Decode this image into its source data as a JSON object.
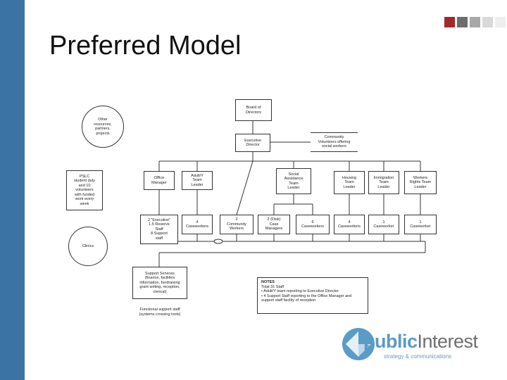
{
  "slide": {
    "title": "Preferred Model"
  },
  "colors": {
    "side_bar": "#3a73a4",
    "squares": [
      "#a3282b",
      "#6d6d6d",
      "#a8a8a8",
      "#d9d9d9",
      "#eeeeee"
    ]
  },
  "chart": {
    "board": "Board of\nDirectors",
    "executive_director": "Executive\nDirector",
    "community_volunteers": "Community\nVolunteers offering\nsocial workers",
    "office_manager": "Office\nManager",
    "adult_team_leader": "Adult/Y\nTeam\nLeader",
    "social_assistance_team_leader": "Social\nAssistance\nTeam\nLeader",
    "housing_team_leader": "Housing\nTeam\nLeader",
    "immigration_team_leader": "Immigration\nTeam\nLeader",
    "tenant_rights_team_leader": "Workers\nRights Team\nLeader",
    "support_staff": "2 \"Executive\"\n1.5 Reserve\nStaff\n8 Support\nstaff",
    "caseworkers_4": "4\nCaseworkers",
    "community_workers": "2\nCommunity\nWorkers",
    "case_managers": "2 (Disk)\nCase\nManagers",
    "caseworkers_6": "6\nCaseworkers",
    "caseworkers_4b": "4\nCaseworkers",
    "caseworker_1a": "1\nCaseworker",
    "caseworker_1b": "1\nCaseworker",
    "other_resources": "Other\nresources,\npartners,\nprojects",
    "pslc_students": "PSLC\nstudent duty\nand 10\nvolunteers\nwith funded\nwork every\nweek",
    "clinics": "Clinics",
    "support_services": "Support Services\n(finance, facilities\ninformation, fundraising\ngrant writing, reception,\nclerical)",
    "functional_support": "Functional support staff\n(systems crossing tools)"
  },
  "notes": {
    "heading": "NOTES",
    "line1": "Total 31 Staff",
    "line2": "• Adult/Y team reporting to Executive Director",
    "line3": "• 4 Support Staff reporting to the Office Manager and\n   support staff facility of reception"
  },
  "logo": {
    "text_bold": "public",
    "text_light": "Interest",
    "tagline": "strategy & communications"
  }
}
